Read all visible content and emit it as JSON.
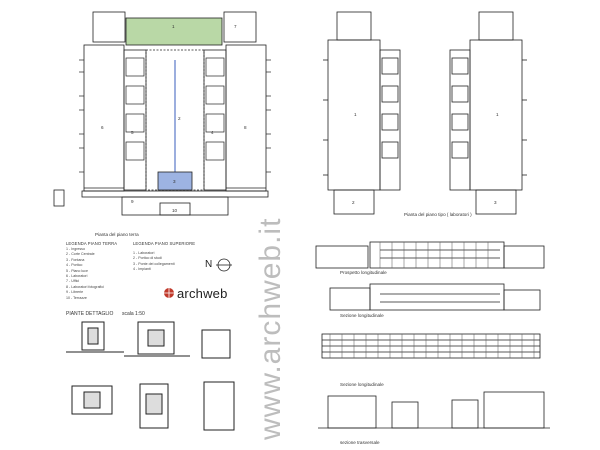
{
  "captions": {
    "ground_floor": "Pianta del piano terra",
    "typical_floor": "Pianta del piano tipo ( laboratori )",
    "details_title": "PIANTE  DETTAGLIO",
    "details_scale": "scala 1:50",
    "section_1": "Prospetto longitudinale",
    "section_2": "Sezione longitudinale",
    "section_3": "Sezione longitudinale",
    "section_4": "sezione trasversale"
  },
  "legend_ground": {
    "title": "LEGENDA PIANO TERRA",
    "items": [
      "1 - Ingresso",
      "2 - Corte Centrale",
      "3 - Fontana",
      "4 - Portico",
      "5 - Piano luce",
      "6 - Laboratori",
      "7 - Uffici",
      "8 - Laboratori fotografici",
      "9 - Librerie",
      "10 - Terrazze"
    ]
  },
  "legend_upper": {
    "title": "LEGENDA PIANO SUPERIORE",
    "items": [
      "1 - Laboratori",
      "2 - Portico di studi",
      "3 - Ponte dei collegamenti",
      "4 - Impianti"
    ]
  },
  "plan_labels": {
    "ground": [
      "1",
      "2",
      "3",
      "4",
      "5",
      "6",
      "7",
      "8",
      "9",
      "10"
    ],
    "typical": [
      "1",
      "1",
      "2",
      "3"
    ]
  },
  "north": "N",
  "logo": {
    "brand": "archweb"
  },
  "watermark": "www.archweb.it",
  "colors": {
    "green": "#b9d8a6",
    "blue": "#9db3e2",
    "line": "#222222",
    "watermark": "#bdbdbd"
  }
}
